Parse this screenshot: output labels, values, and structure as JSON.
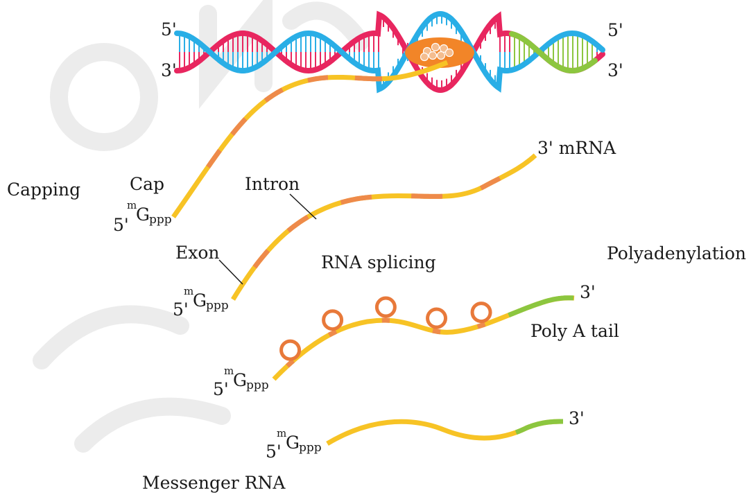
{
  "colors": {
    "exon": "#f7c325",
    "intron": "#ee8a4a",
    "poly_a": "#8cc63f",
    "dna_strand_a": "#29aee6",
    "dna_strand_b": "#e8265f",
    "polymerase": "#f28528",
    "polymerase_dots": "#f4bd8f",
    "ribonucleoprotein": "#e8793a"
  },
  "dna": {
    "top_left": "5'",
    "bottom_left": "3'",
    "top_right": "5'",
    "bottom_right": "3'"
  },
  "labels": {
    "capping": "Capping",
    "cap": "Cap",
    "intron": "Intron",
    "exon": "Exon",
    "three_prime_mrna": "3'  mRNA",
    "rna_splicing": "RNA splicing",
    "polyadenylation": "Polyadenylation",
    "poly_a_tail": "Poly A tail",
    "messenger_rna": "Messenger RNA",
    "three_prime": "3'"
  },
  "cap_notation": {
    "five_prime": "5'",
    "m": "m",
    "g": "G",
    "ppp": "ppp"
  }
}
